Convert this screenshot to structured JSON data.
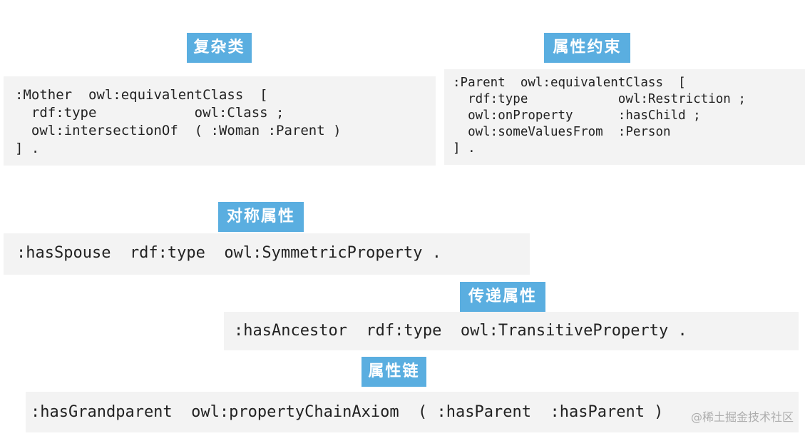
{
  "sections": [
    {
      "id": "complex-class",
      "title": "复杂类",
      "code": ":Mother  owl:equivalentClass  [\n  rdf:type            owl:Class ;\n  owl:intersectionOf  ( :Woman :Parent )\n] ."
    },
    {
      "id": "property-restriction",
      "title": "属性约束",
      "code": ":Parent  owl:equivalentClass  [\n  rdf:type            owl:Restriction ;\n  owl:onProperty      :hasChild ;\n  owl:someValuesFrom  :Person\n] ."
    },
    {
      "id": "symmetric-property",
      "title": "对称属性",
      "code": ":hasSpouse  rdf:type  owl:SymmetricProperty ."
    },
    {
      "id": "transitive-property",
      "title": "传递属性",
      "code": ":hasAncestor  rdf:type  owl:TransitiveProperty ."
    },
    {
      "id": "property-chain",
      "title": "属性链",
      "code": ":hasGrandparent  owl:propertyChainAxiom  ( :hasParent  :hasParent )"
    }
  ],
  "watermark": "@稀土掘金技术社区"
}
